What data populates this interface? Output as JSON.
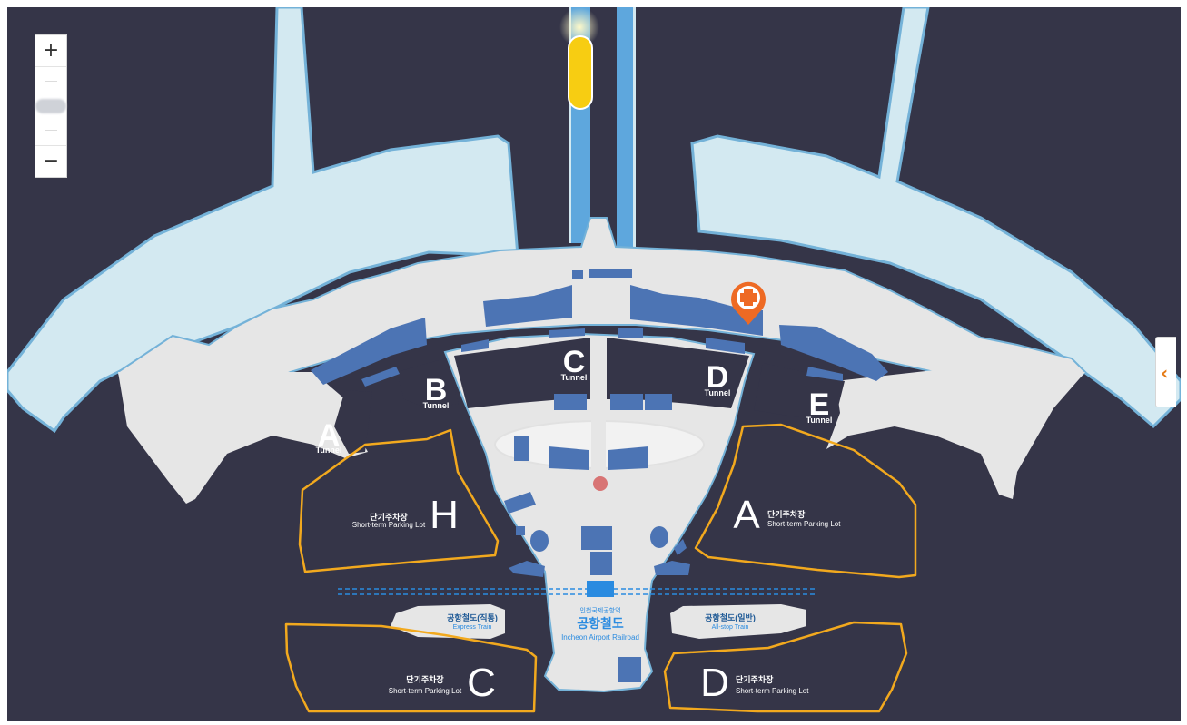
{
  "map": {
    "colors": {
      "background": "#353548",
      "concourse": "#e6e6e6",
      "airside": "#d3e9f1",
      "airside_outline": "#74b2d8",
      "shop": "#4c74b4",
      "parking_outline": "#f2a91e",
      "rail_blue": "#2a8be0",
      "marker_orange": "#ee6a24",
      "train_yellow": "#f7cd12"
    },
    "tunnels": [
      {
        "letter": "A",
        "sub": "Tunnel"
      },
      {
        "letter": "B",
        "sub": "Tunnel"
      },
      {
        "letter": "C",
        "sub": "Tunnel"
      },
      {
        "letter": "D",
        "sub": "Tunnel"
      },
      {
        "letter": "E",
        "sub": "Tunnel"
      }
    ],
    "parking": [
      {
        "letter": "H",
        "ko": "단기주차장",
        "en": "Short-term Parking Lot"
      },
      {
        "letter": "A",
        "ko": "단기주차장",
        "en": "Short-term Parking Lot"
      },
      {
        "letter": "C",
        "ko": "단기주차장",
        "en": "Short-term Parking Lot"
      },
      {
        "letter": "D",
        "ko": "단기주차장",
        "en": "Short-term Parking Lot"
      }
    ],
    "station": {
      "small": "인천국제공항역",
      "ko": "공항철도",
      "en": "Incheon Airport Railroad"
    },
    "express": {
      "ko": "공항철도(직통)",
      "en": "Express Train"
    },
    "allstop": {
      "ko": "공항철도(일반)",
      "en": "All-stop Train"
    },
    "marker_icon": "medical-cross-icon"
  },
  "controls": {
    "zoom_in": "+",
    "zoom_out": "−",
    "panel_toggle": "‹"
  }
}
